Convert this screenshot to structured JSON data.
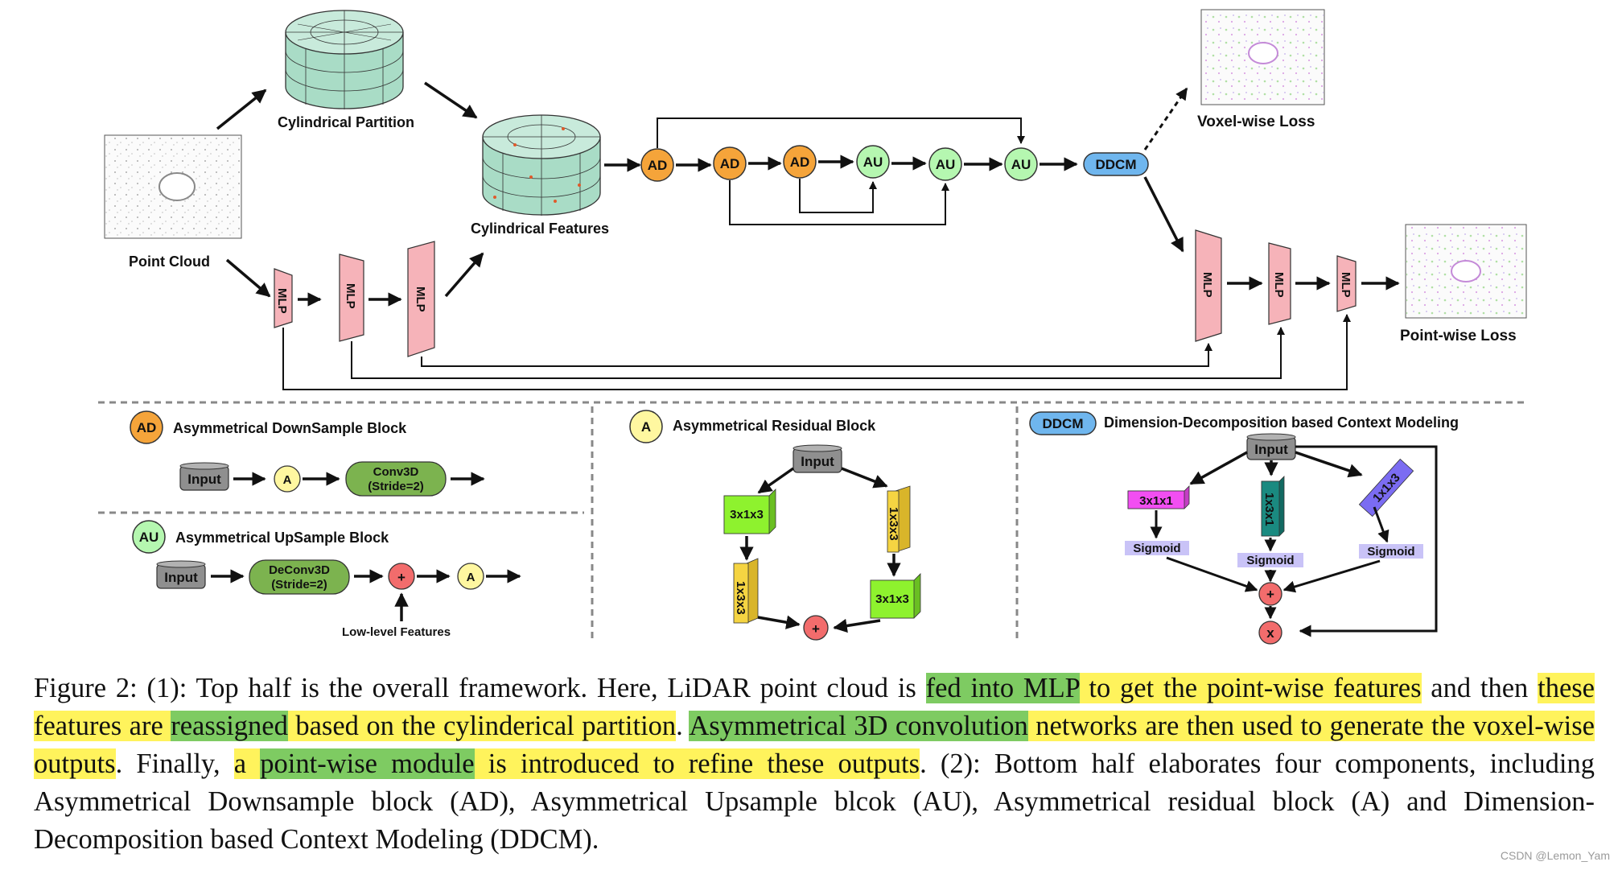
{
  "labels": {
    "point_cloud": "Point Cloud",
    "cylindrical_partition": "Cylindrical Partition",
    "cylindrical_features": "Cylindrical Features",
    "voxel_loss": "Voxel-wise Loss",
    "point_loss": "Point-wise Loss",
    "mlp": "MLP",
    "ad": "AD",
    "au": "AU",
    "ddcm": "DDCM"
  },
  "legend": {
    "ad_title": "Asymmetrical DownSample Block",
    "au_title": "Asymmetrical UpSample Block",
    "a_title": "Asymmetrical Residual Block",
    "ddcm_title": "Dimension-Decomposition based Context Modeling",
    "input": "Input",
    "a": "A",
    "conv3d_l1": "Conv3D",
    "conv3d_l2": "(Stride=2)",
    "deconv3d_l1": "DeConv3D",
    "deconv3d_l2": "(Stride=2)",
    "plus": "+",
    "times": "x",
    "low_level": "Low-level Features",
    "k_311": "3x1x3",
    "k_133": "1x3x3",
    "k_311b": "1x3x3",
    "k_331": "3x1x3",
    "d_311": "3x1x1",
    "d_131": "1x3x1",
    "d_113": "1x1x3",
    "sigmoid": "Sigmoid"
  },
  "caption": {
    "segments": [
      {
        "text": "Figure 2: (1): Top half is the overall framework. Here, LiDAR point cloud is ",
        "hl": ""
      },
      {
        "text": "fed into MLP",
        "hl": "g"
      },
      {
        "text": " to get the point-wise features",
        "hl": "y"
      },
      {
        "text": " and then ",
        "hl": ""
      },
      {
        "text": "these features are ",
        "hl": "y"
      },
      {
        "text": "reassigned",
        "hl": "g"
      },
      {
        "text": " based on the cylinderical partition",
        "hl": "y"
      },
      {
        "text": ". ",
        "hl": ""
      },
      {
        "text": "Asymmetrical 3D convolution",
        "hl": "g"
      },
      {
        "text": " networks are then used to generate the voxel-wise outputs",
        "hl": "y"
      },
      {
        "text": ". Finally, ",
        "hl": ""
      },
      {
        "text": "a ",
        "hl": "y"
      },
      {
        "text": "point-wise module",
        "hl": "g"
      },
      {
        "text": " is introduced to refine these outputs",
        "hl": "y"
      },
      {
        "text": ". (2): Bottom half elaborates four components, including Asymmetrical Downsample block (AD), Asymmetrical Upsample blcok (AU), Asymmetrical residual block (A) and Dimension-Decomposition based Context Modeling (DDCM).",
        "hl": ""
      }
    ]
  },
  "watermark": "CSDN @Lemon_Yam",
  "colors": {
    "ad": "#f5a43a",
    "au": "#b5f7b0",
    "a": "#fff7a0",
    "ddcm": "#6fb6ee",
    "mlp": "#f6b3b9",
    "conv": "#7cb34f",
    "plus": "#f26c6c",
    "cube_green": "#8ef22e",
    "cube_yellow": "#f5d442",
    "k_magenta": "#f24ef2",
    "k_teal": "#1a8a80",
    "k_blue": "#7b6cf2",
    "sigmoid": "#c9c3f7",
    "highlight_yellow": "#fff35c",
    "highlight_green": "#7ecb62"
  }
}
